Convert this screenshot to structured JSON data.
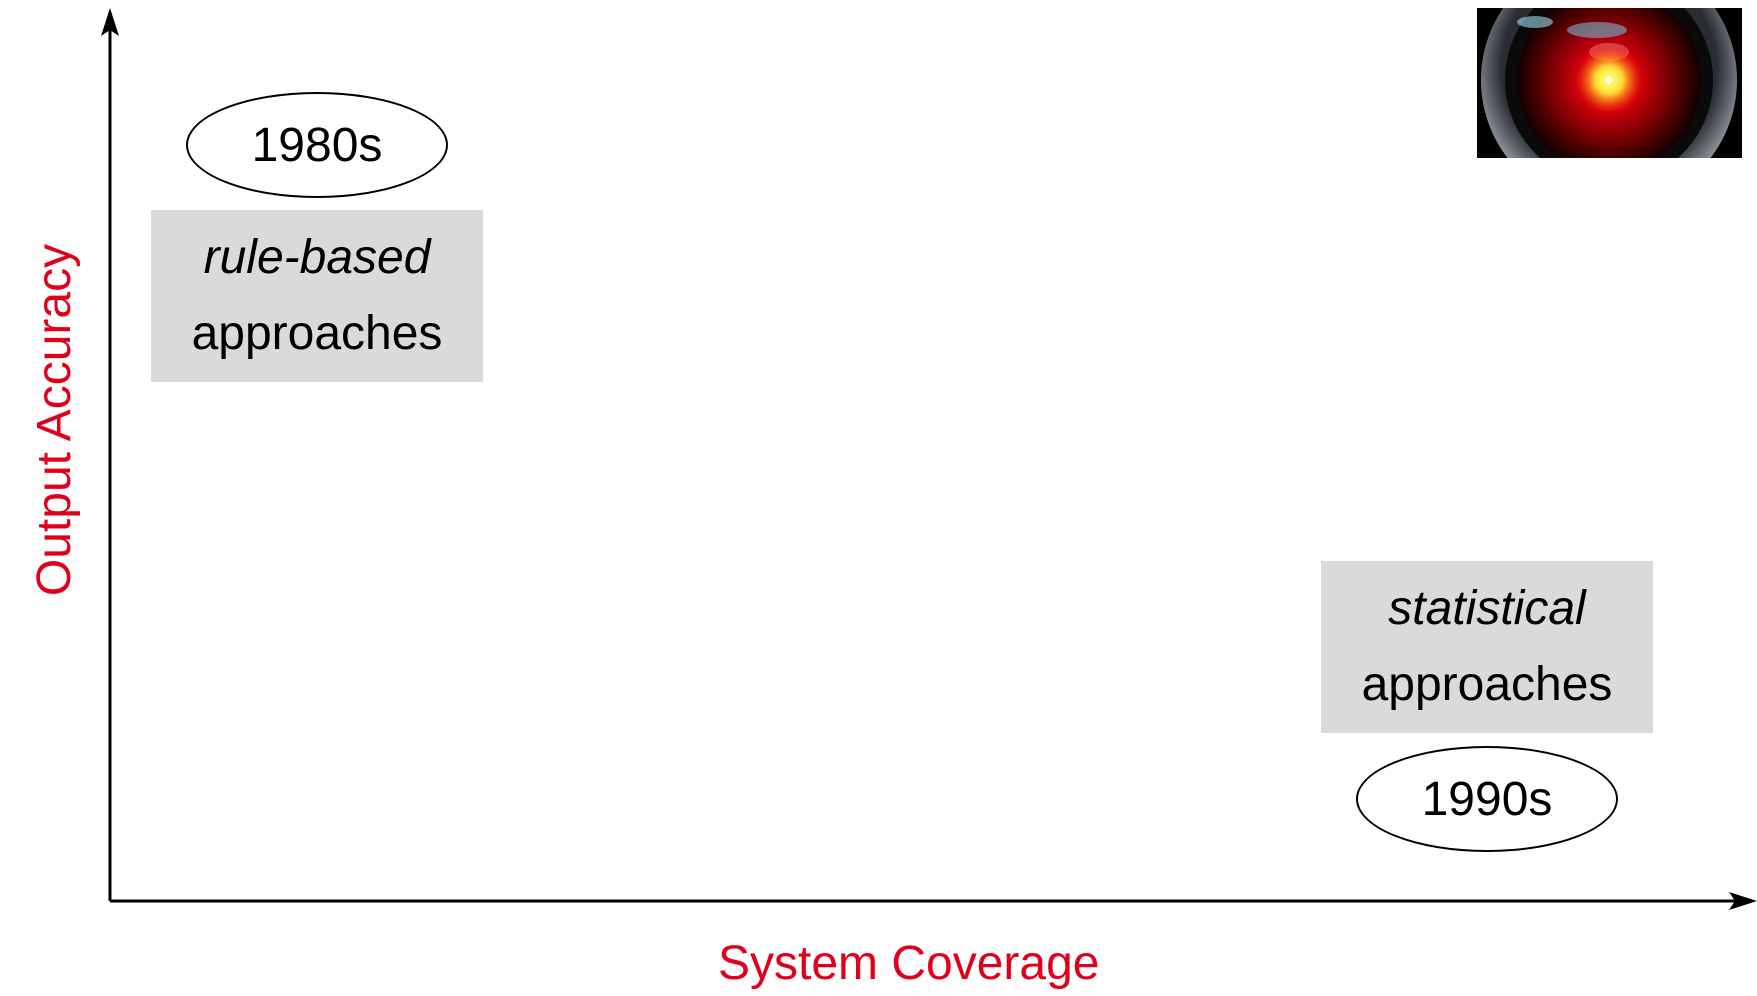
{
  "axes": {
    "x_label": "System Coverage",
    "y_label": "Output Accuracy",
    "label_color": "#e0001b",
    "line_color": "#000000"
  },
  "eras": {
    "early": "1980s",
    "late": "1990s"
  },
  "approaches": {
    "rule_based": {
      "emphasis": "rule-based",
      "noun": "approaches"
    },
    "statistical": {
      "emphasis": "statistical",
      "noun": "approaches"
    },
    "box_color": "#dadada"
  },
  "image": {
    "icon": "hal-9000-eye-icon",
    "lens_color": "#e0000f",
    "glow_color": "#ffee33"
  }
}
